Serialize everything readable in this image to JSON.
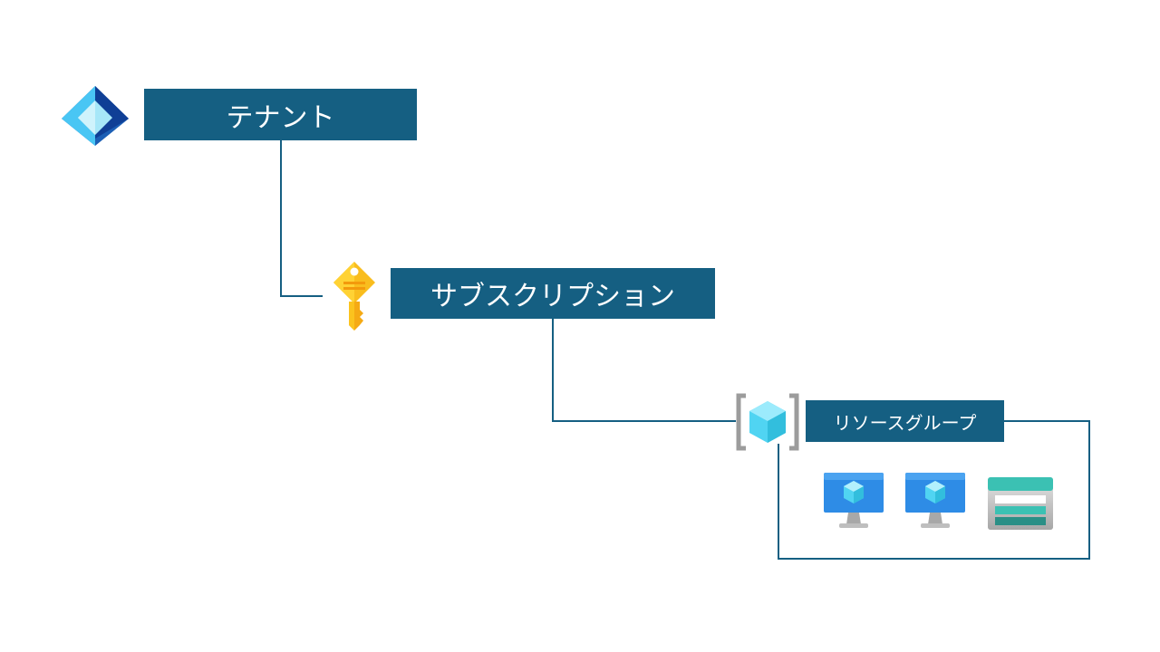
{
  "tenant": {
    "label": "テナント",
    "icon": "entra-id-icon"
  },
  "subscription": {
    "label": "サブスクリプション",
    "icon": "key-icon"
  },
  "resource_group": {
    "label": "リソースグループ",
    "icon": "resource-group-icon",
    "resources": [
      {
        "icon": "virtual-machine-icon"
      },
      {
        "icon": "virtual-machine-icon"
      },
      {
        "icon": "storage-account-icon"
      }
    ]
  },
  "colors": {
    "box_fill": "#155F82",
    "box_text": "#FFFFFF",
    "connector": "#155F82"
  }
}
